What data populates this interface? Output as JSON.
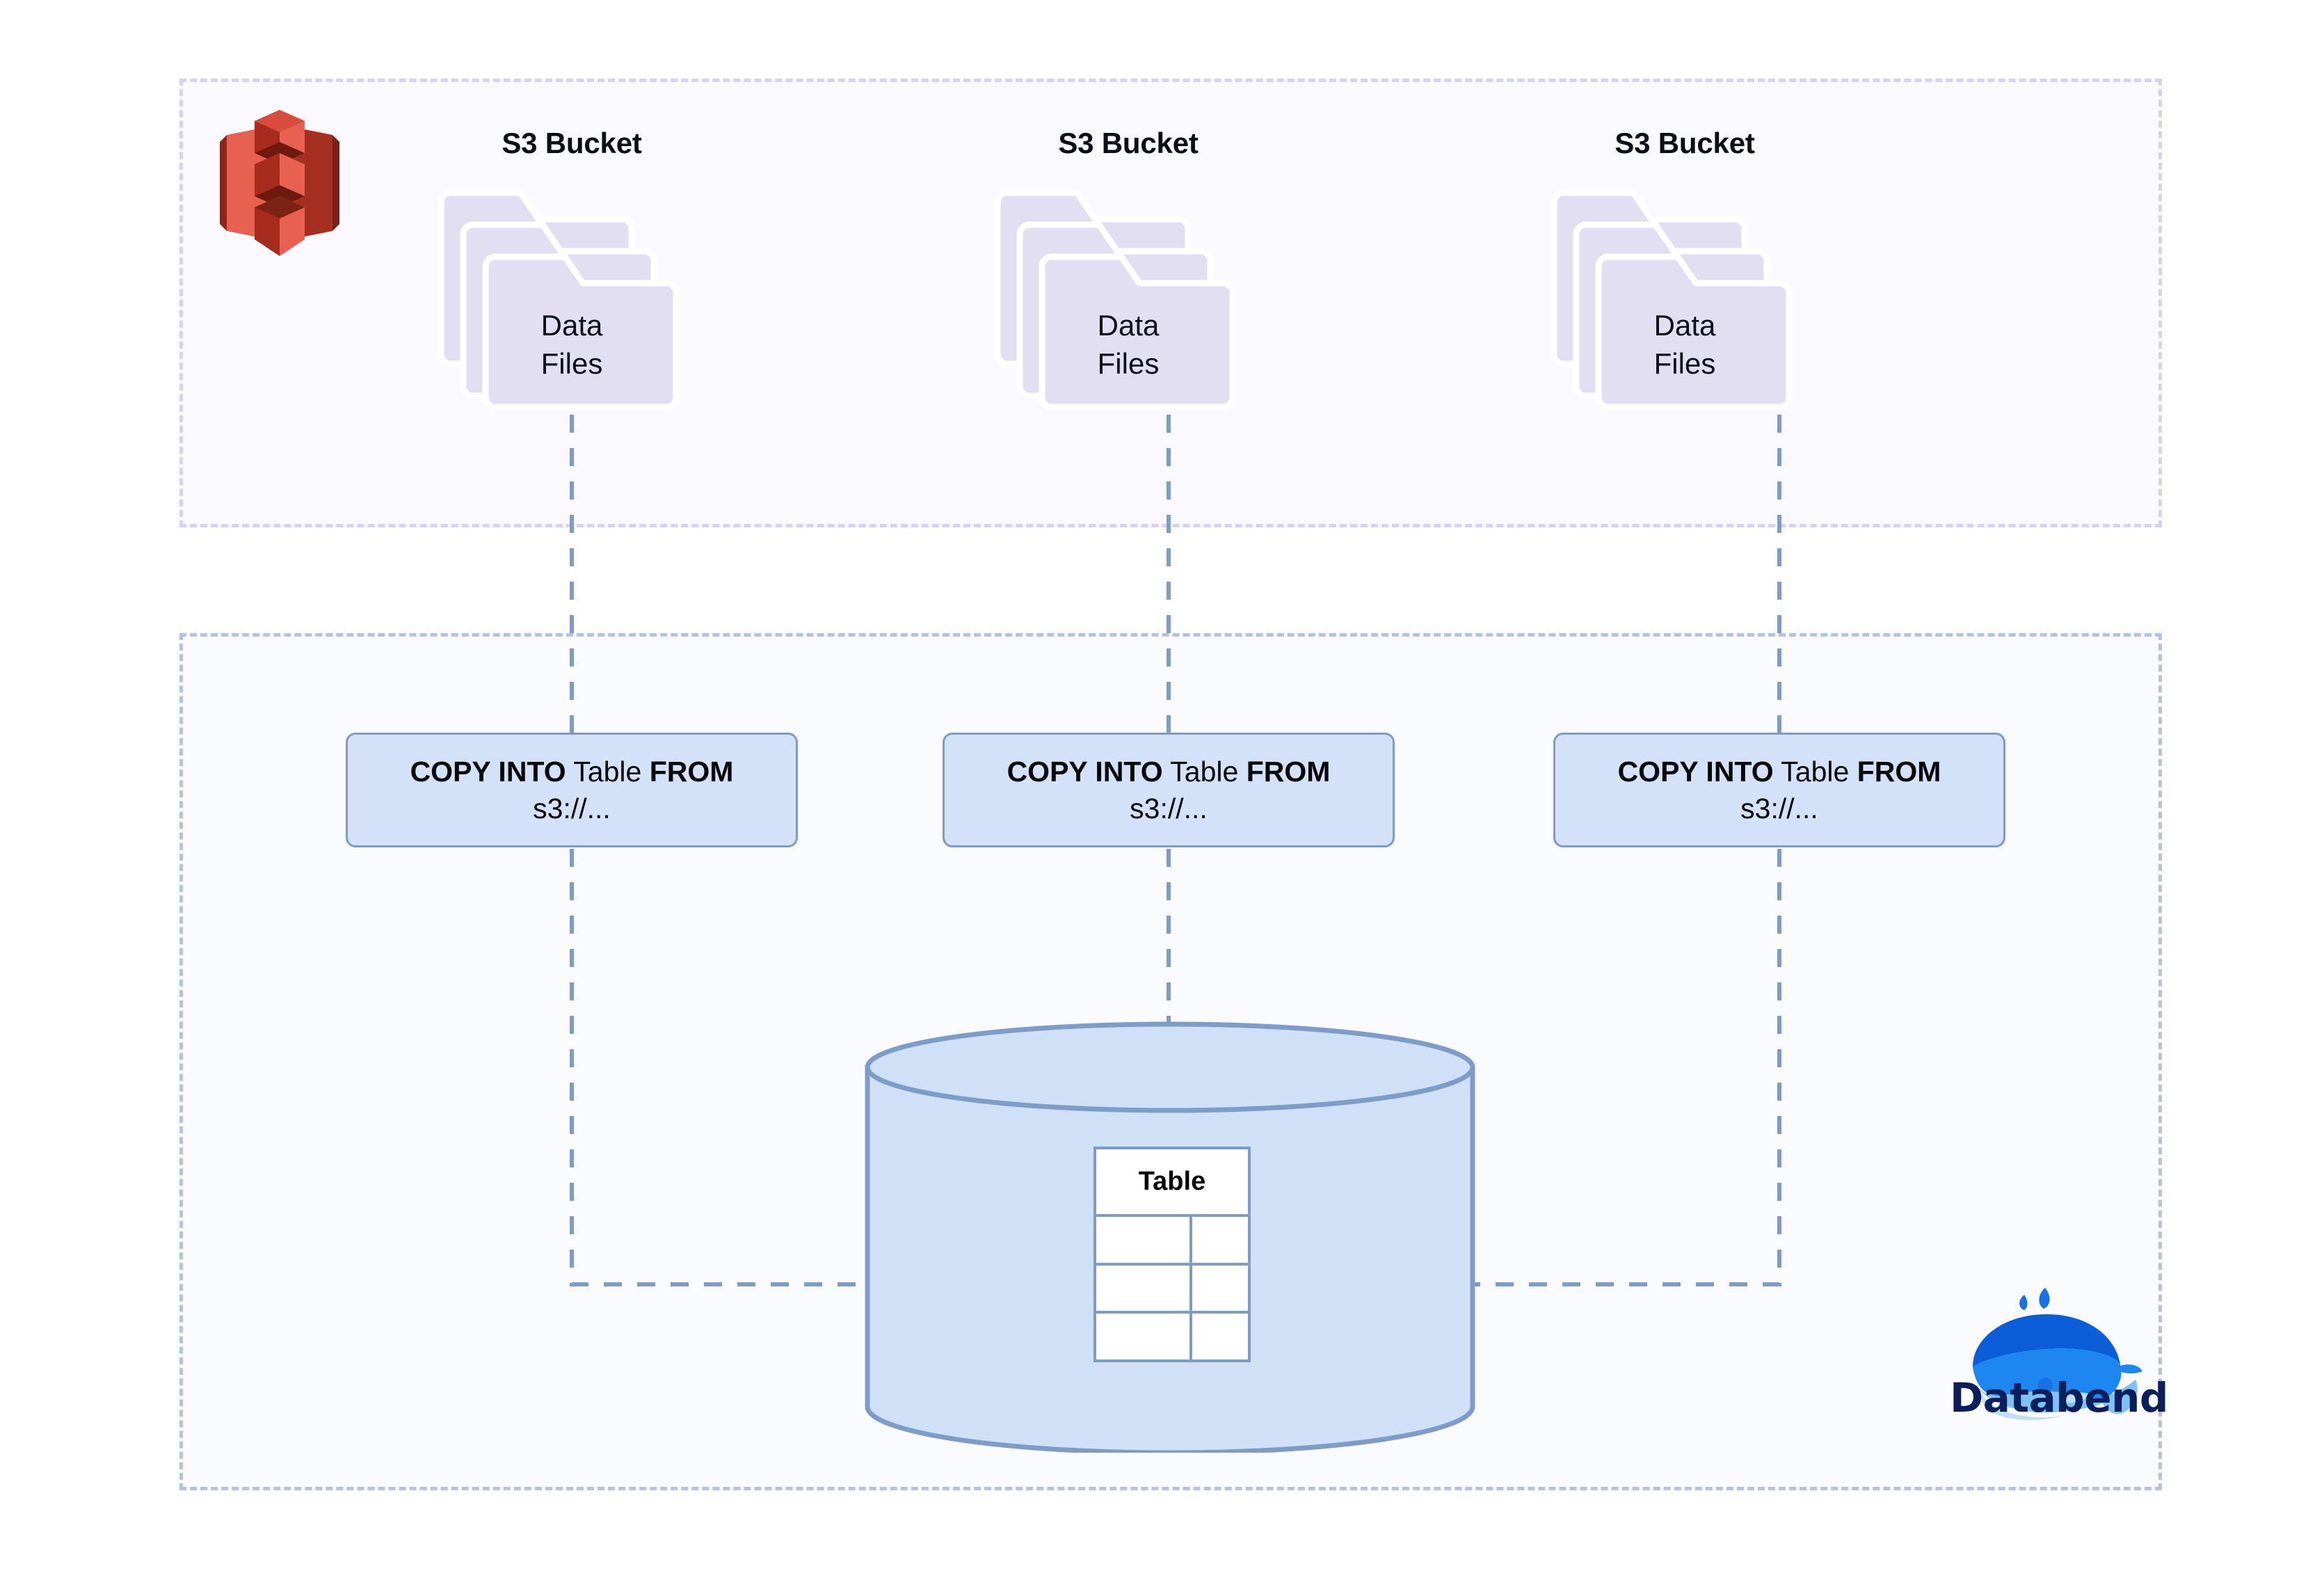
{
  "diagram": {
    "title": "Databend COPY INTO from S3 buckets",
    "colors": {
      "zone_source_border": "#d5d2f2",
      "zone_source_fill": "#faf9fe",
      "zone_databend_border": "#b4c3e4",
      "zone_databend_fill": "#fafbfe",
      "folder_fill": "#e1dff1",
      "folder_outline": "#ffffff",
      "copy_box_fill": "#d3e2f8",
      "copy_box_border": "#7d9cc8",
      "cylinder_fill": "#cfe0f7",
      "cylinder_stroke": "#7d9cc8",
      "connector": "#7d9cc8",
      "aws_red_light": "#e8544a",
      "aws_red_dark": "#a82c1e",
      "databend_navy": "#0b1f5c",
      "databend_blue": "#1573e6",
      "text": "#0b0d17"
    }
  },
  "source_zone": {
    "name": "AWS S3 source zone",
    "logo_name": "aws-s3-logo",
    "buckets": [
      {
        "label": "S3 Bucket",
        "folder_label_line1": "Data",
        "folder_label_line2": "Files"
      },
      {
        "label": "S3 Bucket",
        "folder_label_line1": "Data",
        "folder_label_line2": "Files"
      },
      {
        "label": "S3 Bucket",
        "folder_label_line1": "Data",
        "folder_label_line2": "Files"
      }
    ]
  },
  "databend_zone": {
    "name": "Databend zone",
    "statements": [
      {
        "keyword1": "COPY INTO",
        "object": "Table",
        "keyword2": "FROM",
        "uri": "s3://..."
      },
      {
        "keyword1": "COPY INTO",
        "object": "Table",
        "keyword2": "FROM",
        "uri": "s3://..."
      },
      {
        "keyword1": "COPY INTO",
        "object": "Table",
        "keyword2": "FROM",
        "uri": "s3://..."
      }
    ],
    "database": {
      "name": "database-cylinder",
      "table": {
        "header": "Table",
        "rows": [
          [
            "",
            ""
          ],
          [
            "",
            ""
          ],
          [
            "",
            ""
          ]
        ]
      }
    },
    "brand": {
      "wordmark": "Databend",
      "logo_name": "databend-whale-logo"
    }
  }
}
